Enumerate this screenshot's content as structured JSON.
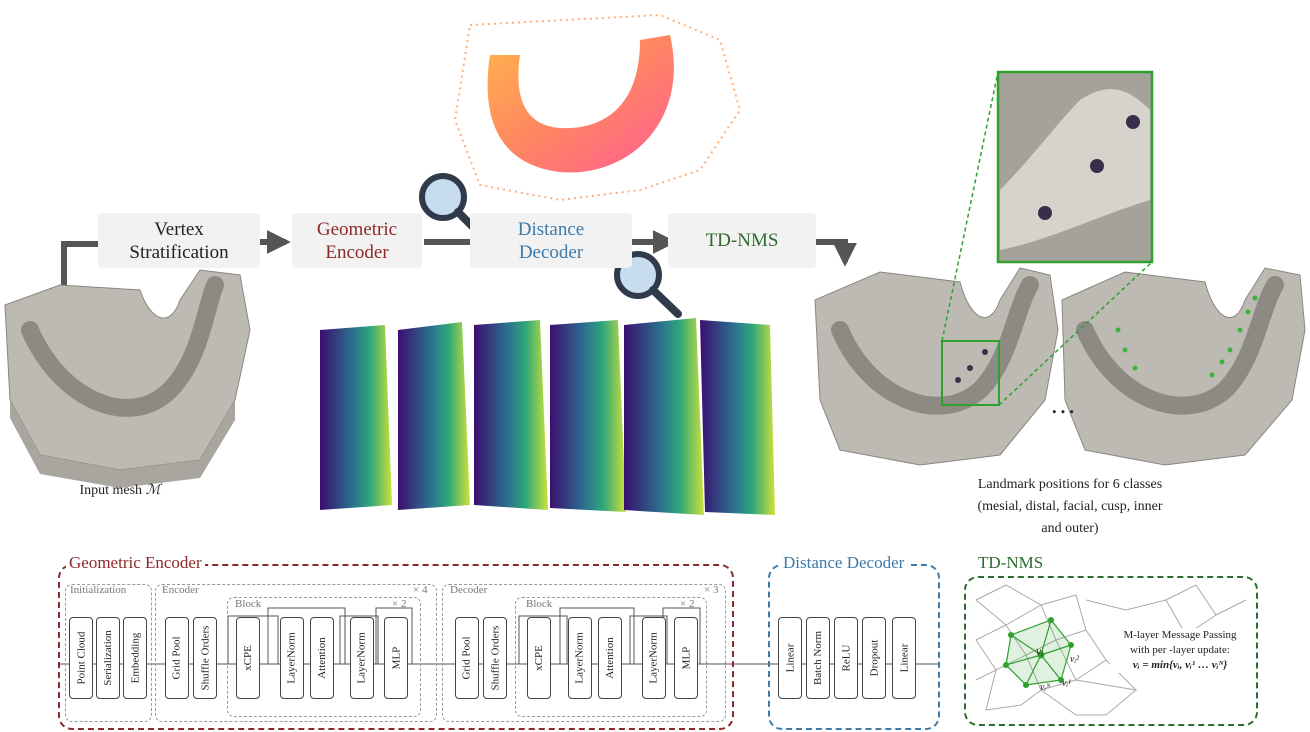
{
  "pipeline": {
    "vertex_stratification": "Vertex\nStratification",
    "geometric_encoder": "Geometric\nEncoder",
    "distance_decoder": "Distance\nDecoder",
    "td_nms": "TD-NMS"
  },
  "captions": {
    "input_mesh": "Input mesh",
    "input_mesh_symbol": "ℳ",
    "landmarks_line1": "Landmark positions for 6 classes",
    "landmarks_line2": "(mesial, distal, facial, cusp, inner",
    "landmarks_line3": "and outer)",
    "ellipsis": "…"
  },
  "encoder_panel": {
    "title": "Geometric Encoder",
    "initialization": "Initialization",
    "encoder": "Encoder",
    "decoder": "Decoder",
    "block": "Block",
    "repeat_inner": "× 2",
    "repeat_outer": "× 4",
    "repeat_outer_dec": "× 3",
    "init_items": [
      "Point Cloud",
      "Serialization",
      "Embedding"
    ],
    "stage_items": [
      "Grid Pool",
      "Shuffle Orders"
    ],
    "block_items": [
      "xCPE",
      "LayerNorm",
      "Attention",
      "LayerNorm",
      "MLP"
    ]
  },
  "decoder_panel": {
    "title": "Distance Decoder",
    "items": [
      "Linear",
      "Batch Norm",
      "ReLU",
      "Dropout",
      "Linear"
    ]
  },
  "nms_panel": {
    "title": "TD-NMS",
    "text_line1": "M-layer Message Passing",
    "text_line2": "with per -layer update:",
    "formula": "vᵢ = min{vᵢ, vᵢ¹ … vᵢᴺ}",
    "node_center": "vᵢ",
    "node_1": "vᵢ¹",
    "node_2": "vᵢ²",
    "node_n": "vᵢᴺ"
  },
  "colors": {
    "encoder": "#8b2a2a",
    "decoder": "#3d7aa8",
    "nms": "#2e6b2e",
    "zoom": "#2ea02e"
  }
}
